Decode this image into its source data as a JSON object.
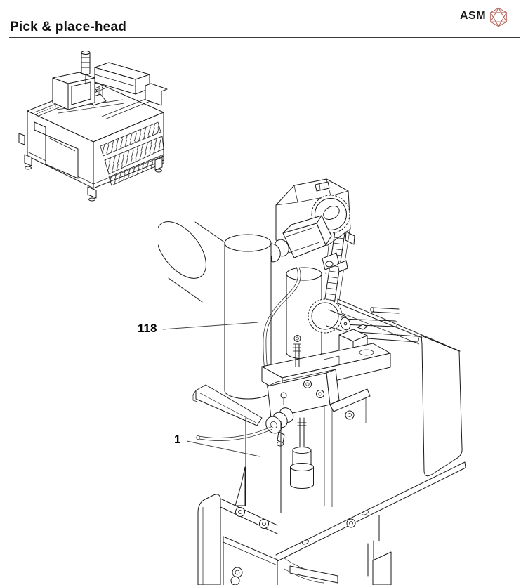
{
  "header": {
    "title": "Pick & place-head",
    "logo_text": "ASM",
    "logo_icon": "hexagon-wireframe"
  },
  "colors": {
    "logo_accent": "#b5645b",
    "drawing_line": "#1a1a1a",
    "rule": "#3a3a3a"
  },
  "figure": {
    "callouts": [
      {
        "label": "118"
      },
      {
        "label": "1"
      }
    ]
  }
}
